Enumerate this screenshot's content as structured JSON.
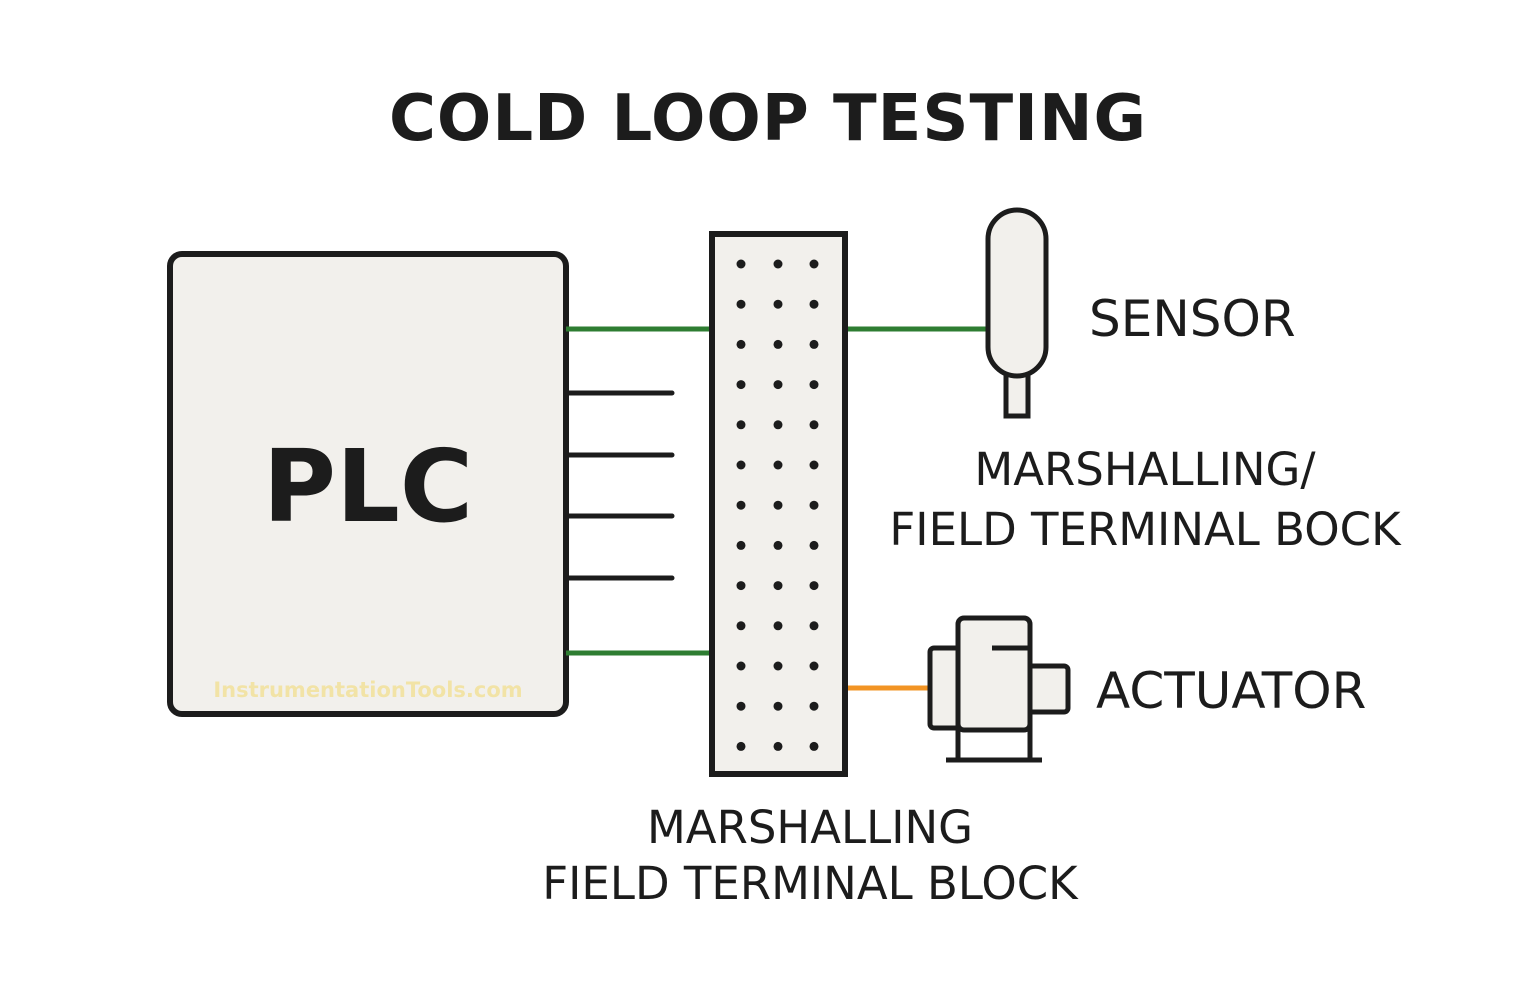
{
  "title": "COLD LOOP TESTING",
  "plc": {
    "label": "PLC",
    "watermark": "InstrumentationTools.com"
  },
  "sensor": {
    "label": "SENSOR",
    "icon": "sensor-icon"
  },
  "actuator": {
    "label": "ACTUATOR",
    "icon": "actuator-icon"
  },
  "upper_terminal_label": {
    "line1": "MARSHALLING/",
    "line2": "FIELD TERMINAL BOCK"
  },
  "lower_terminal_label": {
    "line1": "MARSHALLING",
    "line2": "FIELD TERMINAL BLOCK"
  },
  "colors": {
    "outline": "#1c1c1c",
    "fill": "#f2f0ec",
    "signal_wire": "#2e7d32",
    "actuator_wire": "#f29424",
    "watermark": "#f2e3a6"
  }
}
